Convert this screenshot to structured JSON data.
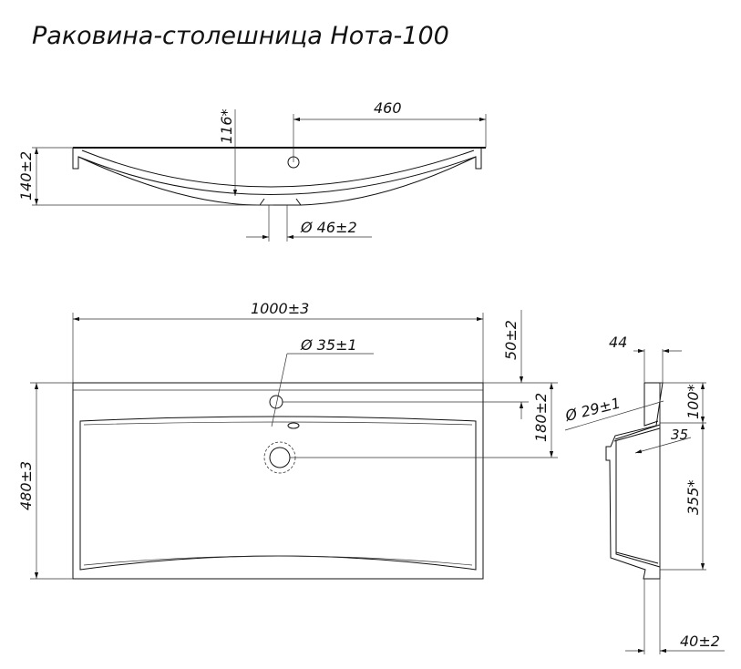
{
  "title": "Раковина-столешница Нота-100",
  "section_view": {
    "height_dim": "140±2",
    "depth_dim": "116*",
    "hole_offset_dim": "460",
    "drain_dim": "Ø 46±2"
  },
  "plan_view": {
    "width_dim": "1000±3",
    "depth_dim": "480±3",
    "faucet_hole_dim": "Ø 35±1",
    "hole_offset_dim": "50±2",
    "drain_offset_dim": "180±2"
  },
  "side_view": {
    "top_dim": "44",
    "overflow_dim": "Ø 29±1",
    "slope_dim": "35",
    "upper_height_dim": "100*",
    "bowl_height_dim": "355*",
    "bottom_dim": "40±2"
  }
}
